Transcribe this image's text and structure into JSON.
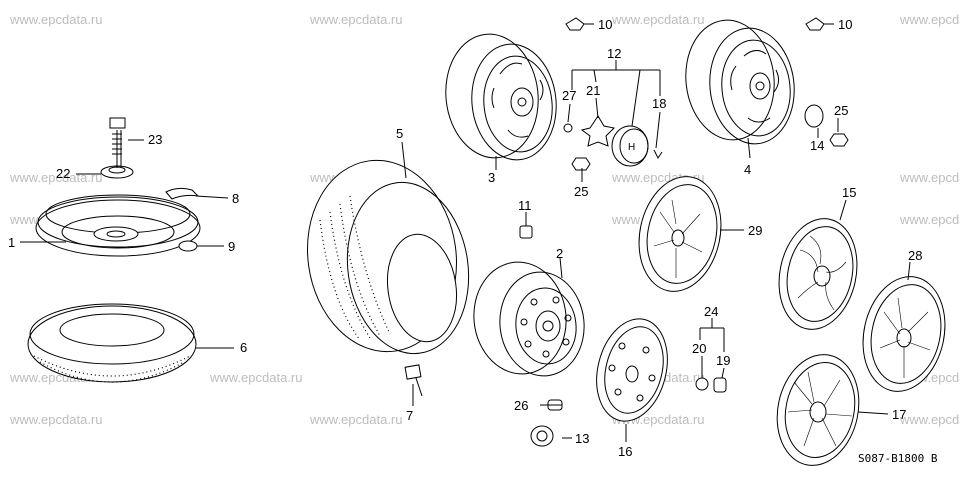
{
  "watermark": "www.epcdata.ru",
  "diagram_code": "S087-B1800 B",
  "parts": {
    "p1": "1",
    "p2": "2",
    "p3": "3",
    "p4": "4",
    "p5": "5",
    "p6": "6",
    "p7": "7",
    "p8": "8",
    "p9": "9",
    "p10a": "10",
    "p10b": "10",
    "p11": "11",
    "p12": "12",
    "p13": "13",
    "p14": "14",
    "p15": "15",
    "p16": "16",
    "p17": "17",
    "p18": "18",
    "p19": "19",
    "p20": "20",
    "p21": "21",
    "p22": "22",
    "p23": "23",
    "p24": "24",
    "p25a": "25",
    "p25b": "25",
    "p26": "26",
    "p27": "27",
    "p28": "28",
    "p29": "29"
  }
}
